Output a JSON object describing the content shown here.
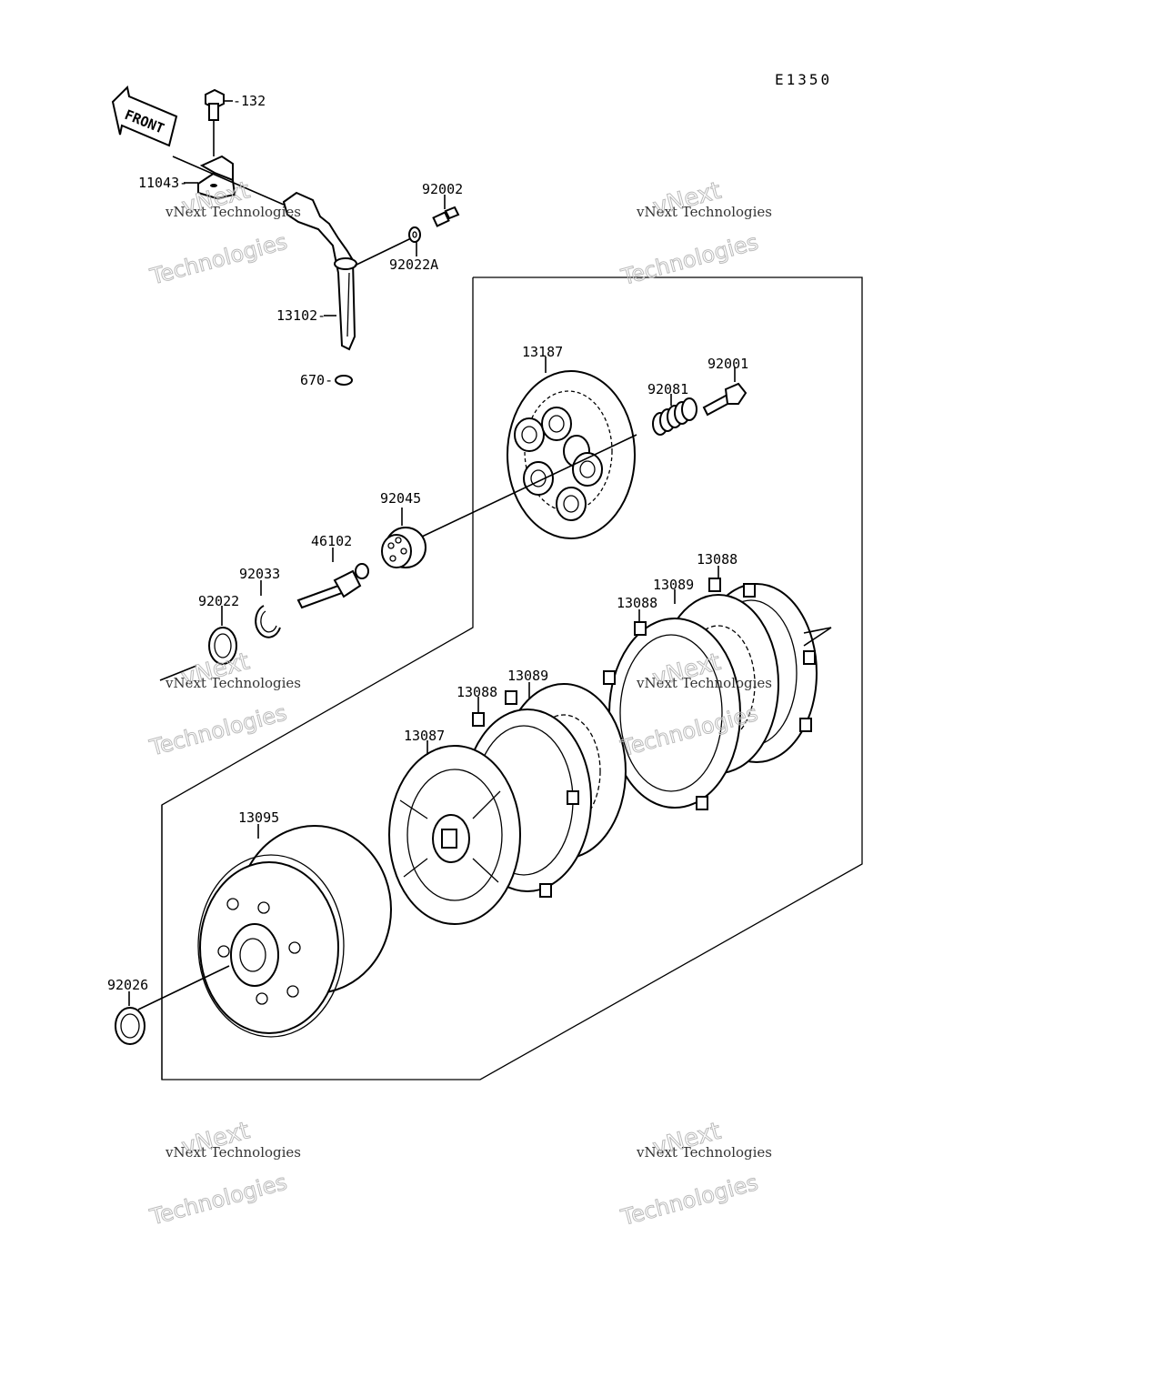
{
  "diagram_code": "E1350",
  "front_label": "FRONT",
  "parts": {
    "p132": "-132",
    "p11043": "11043-",
    "p92002": "92002",
    "p92022A": "92022A",
    "p13102": "13102-",
    "p670": "670-",
    "p13187": "13187",
    "p92001": "92001",
    "p92081": "92081",
    "p92045": "92045",
    "p46102": "46102",
    "p92033": "92033",
    "p92022": "92022",
    "p13088a": "13088",
    "p13089a": "13089",
    "p13088b": "13088",
    "p13089b": "13089",
    "p13088c": "13088",
    "p13087": "13087",
    "p13095": "13095",
    "p92026": "92026"
  },
  "watermark": {
    "line1": "vNext Technologies",
    "line2": "vNext",
    "line3": "Technologies"
  }
}
